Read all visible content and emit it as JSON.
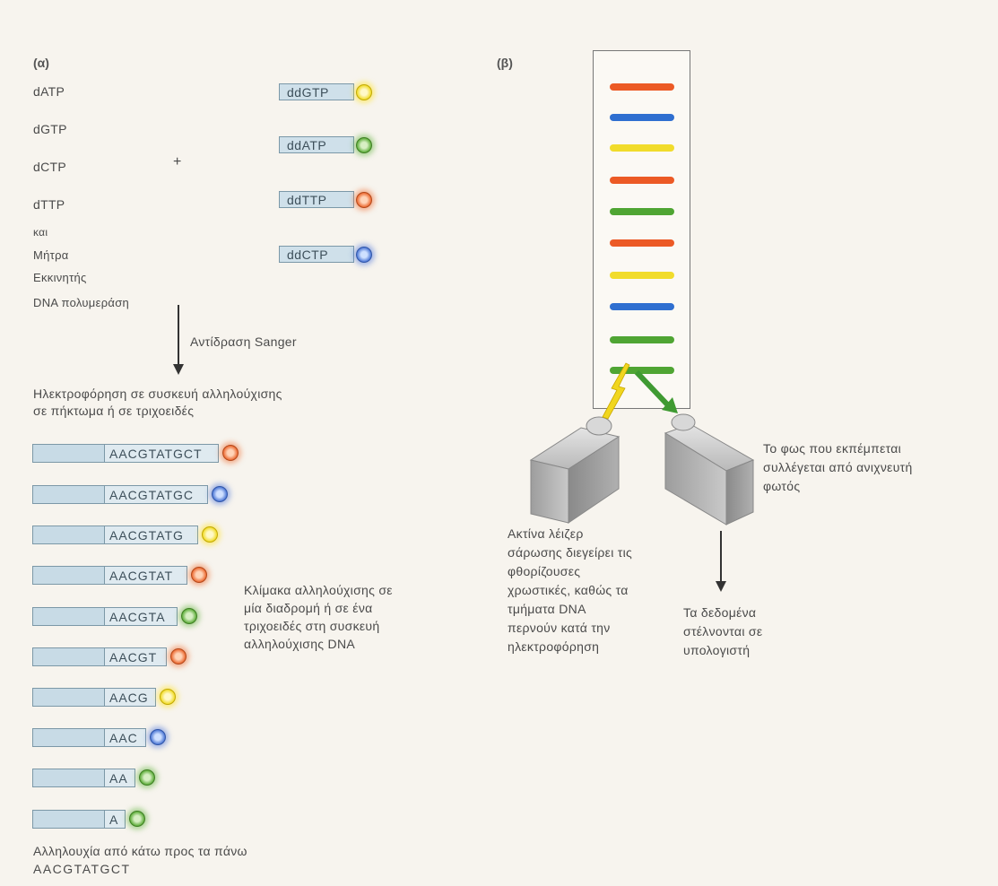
{
  "panel_a": {
    "label": "(α)",
    "reagents": [
      "dATP",
      "dGTP",
      "dCTP",
      "dTTP",
      "και",
      "Μήτρα",
      "Εκκινητής",
      "DNA πολυμεράση"
    ],
    "plus": "+",
    "dideoxy": [
      {
        "label": "ddGTP",
        "color": "yellow"
      },
      {
        "label": "ddATP",
        "color": "green"
      },
      {
        "label": "ddTTP",
        "color": "orange"
      },
      {
        "label": "ddCTP",
        "color": "blue"
      }
    ],
    "reaction_label": "Αντίδραση Sanger",
    "electrophoresis_line1": "Ηλεκτροφόρηση σε συσκευή αλληλούχισης",
    "electrophoresis_line2": "σε πήκτωμα ή σε τριχοειδές",
    "fragments": [
      {
        "seq": "AACGTATGCT",
        "color": "orange"
      },
      {
        "seq": "AACGTATGC",
        "color": "blue"
      },
      {
        "seq": "AACGTATG",
        "color": "yellow"
      },
      {
        "seq": "AACGTAT",
        "color": "orange"
      },
      {
        "seq": "AACGTA",
        "color": "green"
      },
      {
        "seq": "AACGT",
        "color": "orange"
      },
      {
        "seq": "AACG",
        "color": "yellow"
      },
      {
        "seq": "AAC",
        "color": "blue"
      },
      {
        "seq": "AA",
        "color": "green"
      },
      {
        "seq": "A",
        "color": "green"
      }
    ],
    "ladder_caption": [
      "Κλίμακα αλληλούχισης σε",
      "μία διαδρομή ή σε ένα",
      "τριχοειδές στη συσκευή",
      "αλληλούχισης DNA"
    ],
    "sequence_caption": "Αλληλουχία από κάτω προς τα πάνω",
    "sequence_result": "AACGTATGCT"
  },
  "panel_b": {
    "label": "(β)",
    "bands": [
      "orange",
      "blue",
      "yellow",
      "orange",
      "green",
      "orange",
      "yellow",
      "blue",
      "green",
      "green"
    ],
    "laser_caption": [
      "Ακτίνα λέιζερ",
      "σάρωσης διεγείρει τις",
      "φθορίζουσες",
      "χρωστικές, καθώς τα",
      "τμήματα DNA",
      "περνούν κατά την",
      "ηλεκτροφόρηση"
    ],
    "detector_caption": [
      "Το φως που εκπέμπεται",
      "συλλέγεται από ανιχνευτή",
      "φωτός"
    ],
    "data_caption": [
      "Τα δεδομένα",
      "στέλνονται σε",
      "υπολογιστή"
    ]
  },
  "colors": {
    "yellow": "#f1dc2b",
    "green": "#4fa533",
    "orange": "#ec5a25",
    "blue": "#2f6fd0"
  }
}
